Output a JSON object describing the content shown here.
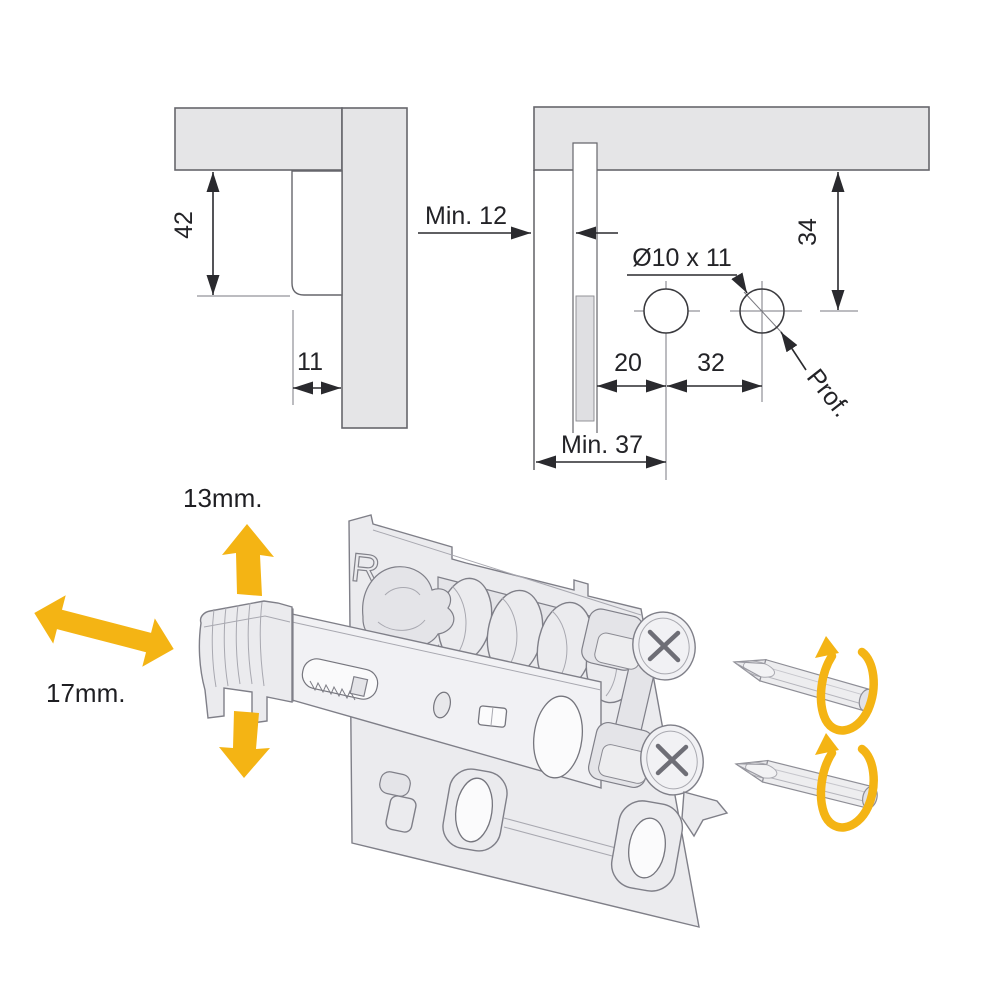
{
  "colors": {
    "accent_yellow": "#F4B414",
    "dimension_line": "#2A2A2E",
    "panel_fill": "#E5E5E7",
    "panel_stroke": "#66666C",
    "metal_fill": "#EBEBEE",
    "metal_stroke": "#7F7F88"
  },
  "corner_detail": {
    "panel_depth": "42",
    "notch_width": "11"
  },
  "drill_template": {
    "min_edge_distance": "Min. 12",
    "hole_spec": "Ø10 x 11",
    "top_offset": "34",
    "edge_to_first_hole": "20",
    "hole_spacing": "32",
    "min_depth": "Min. 37",
    "depth_label": "Prof."
  },
  "adjustment": {
    "vertical_range": "13mm.",
    "horizontal_range": "17mm."
  },
  "bracket": {
    "side_marking": "R"
  }
}
